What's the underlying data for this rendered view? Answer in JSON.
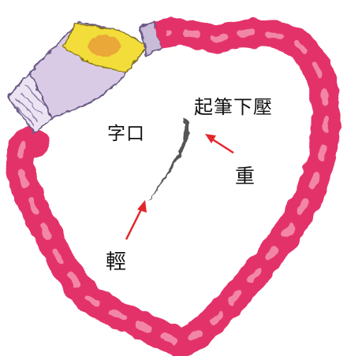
{
  "labels": {
    "start_press": "起筆下壓",
    "mouth": "字口",
    "heavy": "重",
    "light": "輕"
  },
  "icons": {
    "paint_tube": "paint-tube-icon",
    "heart": "heart-paint-stroke",
    "brush_stroke": "brush-stroke",
    "arrow": "arrow-icon"
  },
  "colors": {
    "heart_paint": "#e3336a",
    "heart_highlight": "#f7a3bd",
    "tube_body": "#d9cbe6",
    "tube_cap_yellow": "#f2dd3a",
    "arrow_red": "#e3262b",
    "stroke_gray": "#555555"
  }
}
